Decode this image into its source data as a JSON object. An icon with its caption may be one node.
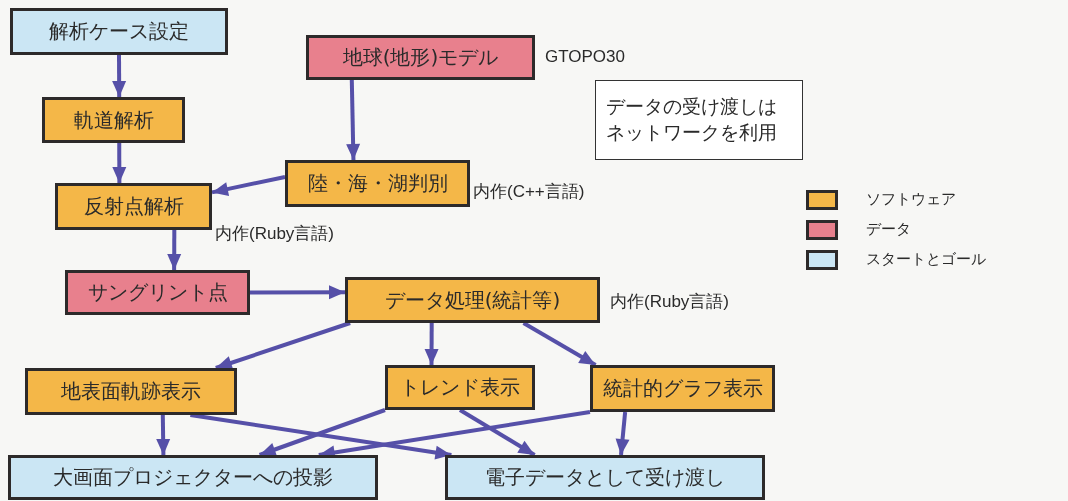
{
  "diagram": {
    "nodes": [
      {
        "text": [
          "解析ケース設定"
        ]
      },
      {
        "text": [
          "地球(地形)モデル"
        ],
        "beside": [
          "GTOPO30"
        ]
      },
      {
        "text": [
          "軌道解析"
        ]
      },
      {
        "text": [
          "陸・海・湖判別"
        ],
        "beside": [
          "内作(C++言語)"
        ]
      },
      {
        "text": [
          "反射点解析"
        ],
        "beside": [
          "内作(Ruby言語)"
        ]
      },
      {
        "text": [
          "サングリント点"
        ]
      },
      {
        "text": [
          "データ処理(統計等)"
        ],
        "beside": [
          "内作(Ruby言語)"
        ]
      },
      {
        "text": [
          "地表面軌跡表示"
        ]
      },
      {
        "text": [
          "トレンド表示"
        ]
      },
      {
        "text": [
          "統計的グラフ表示"
        ]
      },
      {
        "text": [
          "大画面プロジェクターへの投影"
        ]
      },
      {
        "text": [
          "電子データとして受け渡し"
        ]
      },
      {
        "text": [
          "データの受け渡しはネットワークを利用"
        ]
      }
    ],
    "edges": [
      {
        "from": 0,
        "to": 2,
        "arrow": "to"
      },
      {
        "from": 2,
        "to": 4,
        "arrow": "to"
      },
      {
        "from": 1,
        "to": 3,
        "arrow": "to"
      },
      {
        "from": 3,
        "to": 4,
        "arrow": "to"
      },
      {
        "from": 4,
        "to": 5,
        "arrow": "to"
      },
      {
        "from": 5,
        "to": 6,
        "arrow": "to"
      },
      {
        "from": 6,
        "to": 7,
        "arrow": "to"
      },
      {
        "from": 6,
        "to": 8,
        "arrow": "to"
      },
      {
        "from": 6,
        "to": 9,
        "arrow": "to"
      },
      {
        "from": 7,
        "to": 10,
        "arrow": "to"
      },
      {
        "from": 7,
        "to": 11,
        "arrow": "to"
      },
      {
        "from": 8,
        "to": 10,
        "arrow": "to"
      },
      {
        "from": 8,
        "to": 11,
        "arrow": "to"
      },
      {
        "from": 9,
        "to": 10,
        "arrow": "to"
      },
      {
        "from": 9,
        "to": 11,
        "arrow": "to"
      }
    ],
    "legend": [
      {
        "text": "ソフトウェア",
        "color": "#f4b748"
      },
      {
        "text": "データ",
        "color": "#e8808d"
      },
      {
        "text": "スタートとゴール",
        "color": "#cbe6f4"
      }
    ]
  }
}
